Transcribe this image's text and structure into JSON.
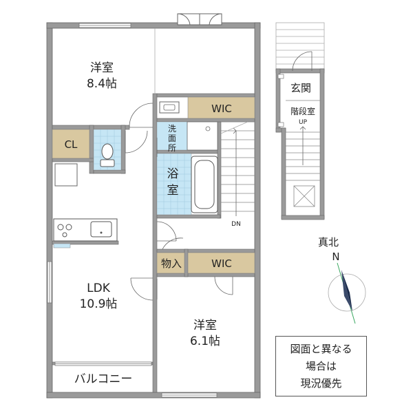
{
  "rooms": {
    "western_room_1": {
      "name": "洋室",
      "size": "8.4帖"
    },
    "ldk": {
      "name": "LDK",
      "size": "10.9帖"
    },
    "western_room_2": {
      "name": "洋室",
      "size": "6.1帖"
    },
    "closet": "CL",
    "wic_upper": "WIC",
    "wic_lower": "WIC",
    "washroom": [
      "洗",
      "面",
      "所"
    ],
    "bathroom": [
      "浴",
      "室"
    ],
    "storage": "物入",
    "balcony": "バルコニー",
    "entrance": "玄関",
    "stairwell": "階段室",
    "stair_up": "UP",
    "stair_down": "DN"
  },
  "compass": {
    "label": "真北",
    "north_letter": "N"
  },
  "notice": [
    "図面と異なる",
    "場合は",
    "現況優先"
  ],
  "colors": {
    "wall": "#9a9a9a",
    "wall_stroke": "#666666",
    "storage_fill": "#d9c8a0",
    "wet_area_fill": "#c6e6f5",
    "line": "#555555",
    "compass_needle": "#1a2a4a",
    "compass_line": "#3aa860"
  }
}
